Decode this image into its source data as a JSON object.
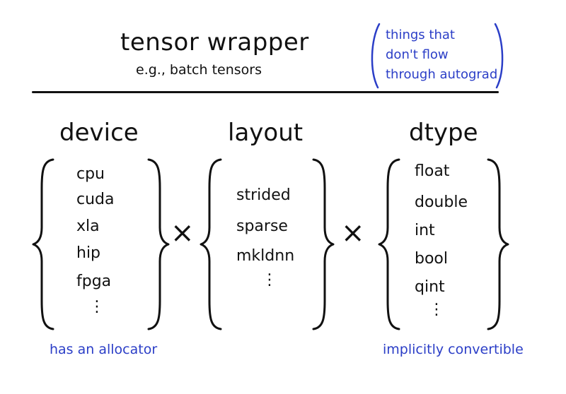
{
  "title": "tensor wrapper",
  "subtitle": "e.g., batch tensors",
  "note_lines": [
    "things that",
    "don't flow",
    "through autograd"
  ],
  "columns": [
    {
      "heading": "device",
      "items": [
        "cpu",
        "cuda",
        "xla",
        "hip",
        "fpga"
      ],
      "continues": "⋮",
      "note": "has an allocator"
    },
    {
      "heading": "layout",
      "items": [
        "strided",
        "sparse",
        "mkldnn"
      ],
      "continues": "⋮",
      "note": ""
    },
    {
      "heading": "dtype",
      "items": [
        "float",
        "double",
        "int",
        "bool",
        "qint"
      ],
      "continues": "⋮",
      "note": "implicitly convertible"
    }
  ],
  "operator": "×",
  "colors": {
    "ink": "#111111",
    "annotation": "#2b3ec7"
  }
}
